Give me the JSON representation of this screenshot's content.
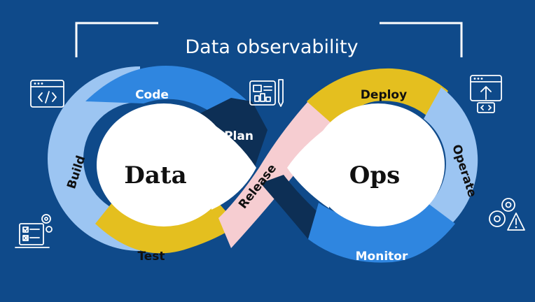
{
  "title": "Data observability",
  "center": {
    "left": "Data",
    "right": "Ops"
  },
  "segments": {
    "code": "Code",
    "plan": "Plan",
    "build": "Build",
    "test": "Test",
    "release": "Release",
    "deploy": "Deploy",
    "operate": "Operate",
    "monitor": "Monitor"
  },
  "icons": {
    "code": "code-window-icon",
    "plan": "blueprint-plan-icon",
    "build": "checklist-gears-icon",
    "deploy": "upload-window-icon",
    "operate": "gears-alert-icon"
  },
  "colors": {
    "background": "#0f4a8a",
    "code_blue": "#2f86e0",
    "light_blue": "#9cc5f2",
    "yellow": "#e4bf1f",
    "navy": "#0d2f55",
    "pink": "#f6cdd1"
  }
}
